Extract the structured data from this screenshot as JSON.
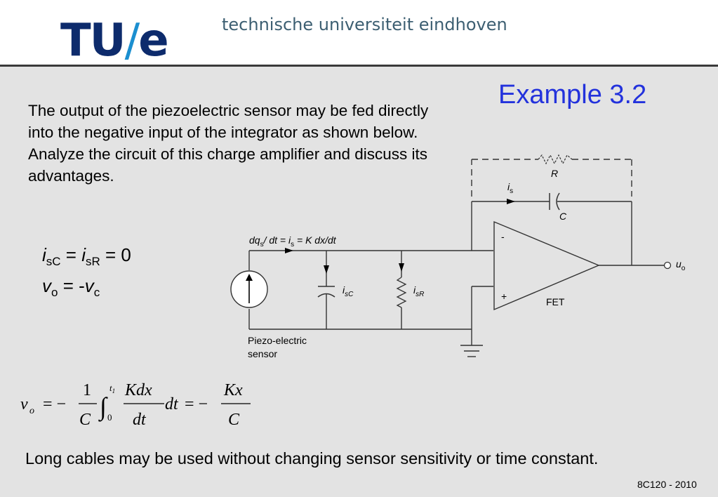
{
  "header": {
    "logo_text": "TU/e",
    "logo_left": "TU",
    "logo_slash": "/",
    "logo_right": "e",
    "university": "technische universiteit eindhoven"
  },
  "slide": {
    "title": "Example 3.2",
    "intro": "The output of the piezoelectric sensor may be fed directly into the negative input of the integrator as shown below. Analyze the circuit of this charge amplifier and discuss its advantages.",
    "conclusion": "Long cables may be used without changing sensor sensitivity or time constant.",
    "course_code": "8C120 - 2010"
  },
  "equations": {
    "line1": {
      "i1": "i",
      "s1": "sC",
      "eq": "=",
      "i2": "i",
      "s2": "sR",
      "rhs": "= 0"
    },
    "line2": {
      "v1": "v",
      "s1": "o",
      "eq": "= -",
      "v2": "v",
      "s2": "c"
    },
    "formula": {
      "lhs": "v",
      "lhs_sub": "o",
      "eq1": "= −",
      "num1": "1",
      "den1": "C",
      "integral": "∫",
      "upper": "t",
      "upper_sub": "1",
      "lower": "0",
      "num2": "Kdx",
      "den2": "dt",
      "dt": "dt",
      "eq2": "= −",
      "num3": "Kx",
      "den3": "C"
    }
  },
  "circuit": {
    "input_label": "dq",
    "input_label_sub": "s",
    "input_label_rest": "/ dt = ",
    "input_is": "i",
    "input_is_sub": "s",
    "input_tail": " = K dx/dt",
    "feedback_resistor": "R",
    "feedback_current": "i",
    "feedback_current_sub": "s",
    "feedback_capacitor": "C",
    "cap_current": "i",
    "cap_current_sub": "sC",
    "res_current": "i",
    "res_current_sub": "sR",
    "opamp_minus": "-",
    "opamp_plus": "+",
    "opamp_label": "FET",
    "output_label": "u",
    "output_label_sub": "o",
    "sensor_label_1": "Piezo-electric",
    "sensor_label_2": "sensor"
  }
}
